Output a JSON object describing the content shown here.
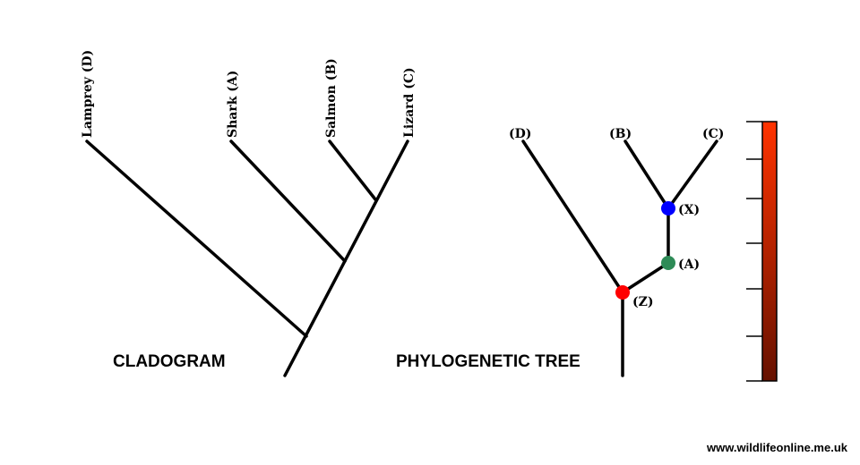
{
  "cladogram": {
    "title": "CLADOGRAM",
    "taxa": [
      "Lamprey (D)",
      "Shark (A)",
      "Salmon (B)",
      "Lizard (C)"
    ]
  },
  "phylogenetic_tree": {
    "title": "PHYLOGENETIC TREE",
    "leaves": [
      "(D)",
      "(B)",
      "(C)"
    ],
    "nodes": [
      {
        "label": "(X)",
        "color": "#0000ff"
      },
      {
        "label": "(A)",
        "color": "#2e8b57"
      },
      {
        "label": "(Z)",
        "color": "#ff0000"
      }
    ]
  },
  "time_scale": {
    "gradient_top": "#ff3300",
    "gradient_bottom": "#661100"
  },
  "credit": "www.wildlifeonline.me.uk"
}
